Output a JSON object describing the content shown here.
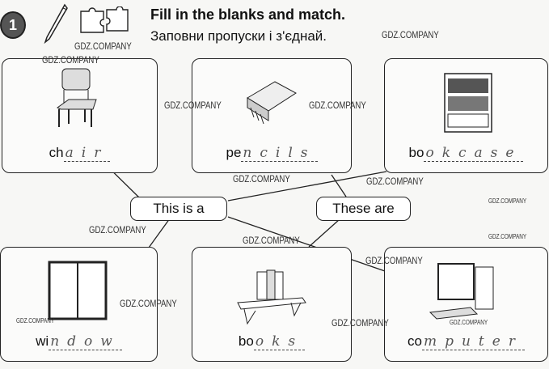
{
  "exercise": {
    "number": "1",
    "title": "Fill in the blanks and match.",
    "subtitle": "Заповни пропуски і з'єднай."
  },
  "cards": [
    {
      "printed": "ch",
      "handwritten": "air",
      "picture": "chair"
    },
    {
      "printed": "pe",
      "handwritten": "ncils",
      "picture": "pencils"
    },
    {
      "printed": "bo",
      "handwritten": "okcase",
      "picture": "bookcase"
    },
    {
      "printed": "wi",
      "handwritten": "ndow",
      "picture": "window"
    },
    {
      "printed": "bo",
      "handwritten": "oks",
      "picture": "books"
    },
    {
      "printed": "co",
      "handwritten": "mputer",
      "picture": "computer"
    }
  ],
  "bubbles": {
    "singular": "This is a",
    "plural": "These are"
  },
  "watermark": "GDZ.COMPANY"
}
